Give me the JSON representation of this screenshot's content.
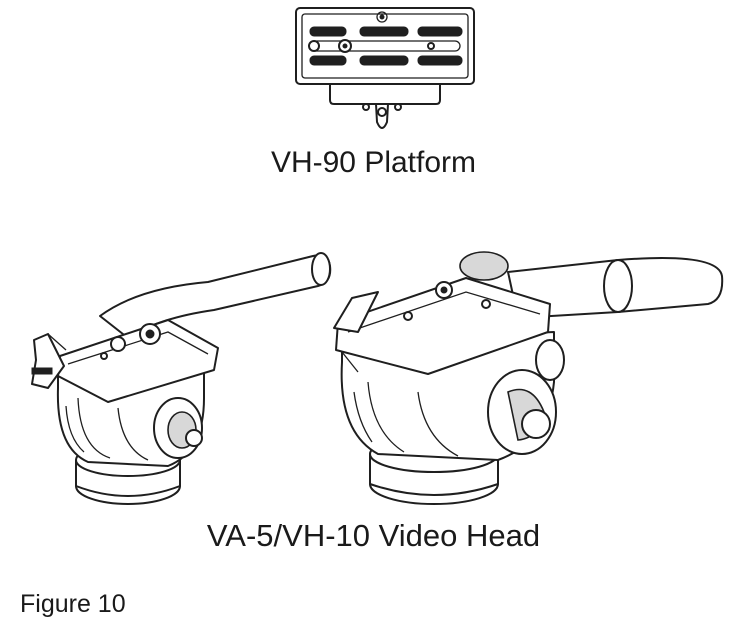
{
  "document": {
    "platform_caption": "VH-90 Platform",
    "head_caption": "VA-5/VH-10 Video Head",
    "figure_label": "Figure 10"
  }
}
